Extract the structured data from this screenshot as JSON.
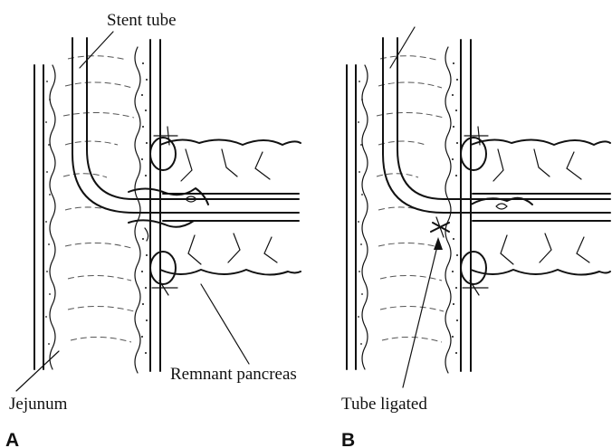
{
  "labels": {
    "stent_tube": "Stent tube",
    "jejunum": "Jejunum",
    "remnant_pancreas": "Remnant pancreas",
    "tube_ligated": "Tube ligated"
  },
  "panels": {
    "a": "A",
    "b": "B"
  },
  "colors": {
    "line": "#111111",
    "background": "#ffffff"
  }
}
